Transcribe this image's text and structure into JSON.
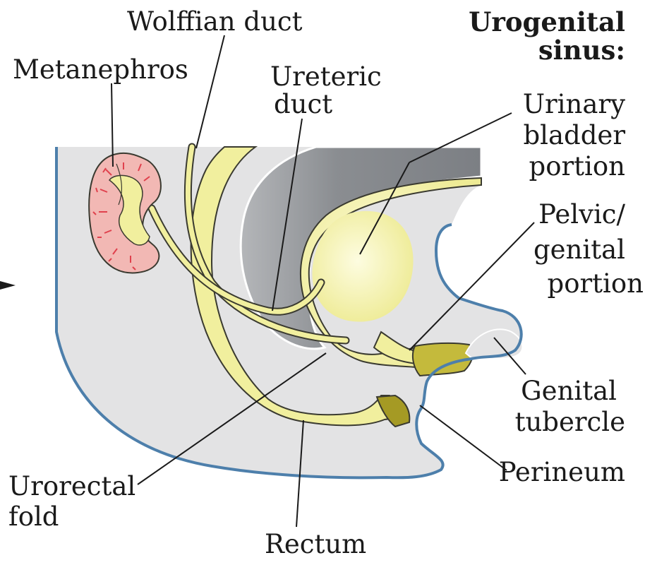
{
  "labels": {
    "wolffian_duct": "Wolffian duct",
    "metanephros": "Metanephros",
    "ureteric_duct_line1": "Ureteric",
    "ureteric_duct_line2": "duct",
    "urogenital_sinus_line1": "Urogenital",
    "urogenital_sinus_line2": "sinus:",
    "urinary_bladder_line1": "Urinary",
    "urinary_bladder_line2": "bladder",
    "urinary_bladder_line3": "portion",
    "pelvic_genital_line1": "Pelvic/",
    "pelvic_genital_line2": "genital",
    "pelvic_genital_line3": "portion",
    "genital_tubercle_line1": "Genital",
    "genital_tubercle_line2": "tubercle",
    "perineum": "Perineum",
    "urorectal_fold_line1": "Urorectal",
    "urorectal_fold_line2": "fold",
    "rectum": "Rectum"
  },
  "colors": {
    "body_fill": "#e3e3e4",
    "cavity_fill": "#8f9296",
    "body_outline": "#4d7fab",
    "duct_fill": "#f1ef9e",
    "duct_outline": "#3a3a30",
    "kidney_fill": "#f2b8b4",
    "kidney_vessels": "#e0414d",
    "urogenital_membrane": "#a59a24",
    "leader_line": "#1a1a1a"
  }
}
